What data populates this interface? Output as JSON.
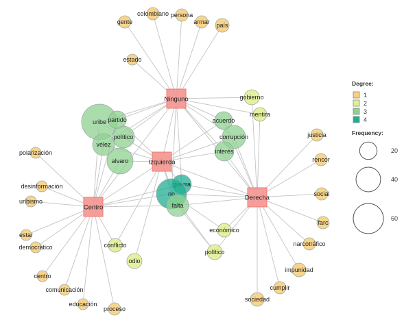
{
  "colors": {
    "degree_1": "#f7cf7f",
    "degree_2": "#e3ef95",
    "degree_3": "#8fd290",
    "degree_4": "#1fae91",
    "hub": "#f59a96"
  },
  "hubs": [
    {
      "id": "ninguno",
      "label": "Ninguno"
    },
    {
      "id": "izquierda",
      "label": "Izquierda"
    },
    {
      "id": "centro",
      "label": "Centro"
    },
    {
      "id": "derecha",
      "label": "Derecha"
    }
  ],
  "words": [
    {
      "id": "gente",
      "label": "gente",
      "degree": 1
    },
    {
      "id": "colombiano",
      "label": "colombiano",
      "degree": 1
    },
    {
      "id": "persona",
      "label": "persona",
      "degree": 1
    },
    {
      "id": "armar",
      "label": "armar",
      "degree": 1
    },
    {
      "id": "pais",
      "label": "país",
      "degree": 1
    },
    {
      "id": "estado",
      "label": "estado",
      "degree": 1
    },
    {
      "id": "gobierno",
      "label": "gobierno",
      "degree": 2
    },
    {
      "id": "mentira",
      "label": "mentira",
      "degree": 2
    },
    {
      "id": "uribe",
      "label": "uribe",
      "degree": 3
    },
    {
      "id": "partido",
      "label": "partido",
      "degree": 3
    },
    {
      "id": "politico_top",
      "label": "político",
      "degree": 3
    },
    {
      "id": "velez",
      "label": "vélez",
      "degree": 3
    },
    {
      "id": "alvaro",
      "label": "alvaro",
      "degree": 3
    },
    {
      "id": "acuerdo",
      "label": "acuerdo",
      "degree": 3
    },
    {
      "id": "corrupcion",
      "label": "corrupción",
      "degree": 3
    },
    {
      "id": "interes",
      "label": "interés",
      "degree": 3
    },
    {
      "id": "guerra",
      "label": "guerra",
      "degree": 4
    },
    {
      "id": "no",
      "label": "no",
      "degree": 4
    },
    {
      "id": "falta",
      "label": "falta",
      "degree": 3
    },
    {
      "id": "polarizacion",
      "label": "polarización",
      "degree": 1
    },
    {
      "id": "desinformacion",
      "label": "desinformación",
      "degree": 1
    },
    {
      "id": "uribismo",
      "label": "uribismo",
      "degree": 1
    },
    {
      "id": "estar",
      "label": "estar",
      "degree": 1
    },
    {
      "id": "democratico",
      "label": "democrático",
      "degree": 1
    },
    {
      "id": "centro_w",
      "label": "centro",
      "degree": 1
    },
    {
      "id": "comunicacion",
      "label": "comunicación",
      "degree": 1
    },
    {
      "id": "educacion",
      "label": "educación",
      "degree": 1
    },
    {
      "id": "proceso",
      "label": "proceso",
      "degree": 1
    },
    {
      "id": "conflicto",
      "label": "conflicto",
      "degree": 2
    },
    {
      "id": "odio",
      "label": "odio",
      "degree": 2
    },
    {
      "id": "economico",
      "label": "económico",
      "degree": 2
    },
    {
      "id": "politico_bottom",
      "label": "político",
      "degree": 2
    },
    {
      "id": "justicia",
      "label": "justicia",
      "degree": 1
    },
    {
      "id": "rencor",
      "label": "rencor",
      "degree": 1
    },
    {
      "id": "social",
      "label": "social",
      "degree": 1
    },
    {
      "id": "farc",
      "label": "farc",
      "degree": 1
    },
    {
      "id": "narcotrafico",
      "label": "narcotráfico",
      "degree": 1
    },
    {
      "id": "impunidad",
      "label": "impunidad",
      "degree": 1
    },
    {
      "id": "cumplir",
      "label": "cumplir",
      "degree": 1
    },
    {
      "id": "sociedad",
      "label": "sociedad",
      "degree": 1
    }
  ],
  "edges": [
    [
      "ninguno",
      "gente"
    ],
    [
      "ninguno",
      "colombiano"
    ],
    [
      "ninguno",
      "persona"
    ],
    [
      "ninguno",
      "armar"
    ],
    [
      "ninguno",
      "pais"
    ],
    [
      "ninguno",
      "estado"
    ],
    [
      "ninguno",
      "gobierno"
    ],
    [
      "ninguno",
      "mentira"
    ],
    [
      "ninguno",
      "uribe"
    ],
    [
      "ninguno",
      "partido"
    ],
    [
      "ninguno",
      "politico_top"
    ],
    [
      "ninguno",
      "acuerdo"
    ],
    [
      "ninguno",
      "corrupcion"
    ],
    [
      "ninguno",
      "interes"
    ],
    [
      "ninguno",
      "guerra"
    ],
    [
      "ninguno",
      "no"
    ],
    [
      "ninguno",
      "velez"
    ],
    [
      "izquierda",
      "uribe"
    ],
    [
      "izquierda",
      "partido"
    ],
    [
      "izquierda",
      "politico_top"
    ],
    [
      "izquierda",
      "velez"
    ],
    [
      "izquierda",
      "alvaro"
    ],
    [
      "izquierda",
      "acuerdo"
    ],
    [
      "izquierda",
      "corrupcion"
    ],
    [
      "izquierda",
      "interes"
    ],
    [
      "izquierda",
      "guerra"
    ],
    [
      "izquierda",
      "no"
    ],
    [
      "izquierda",
      "falta"
    ],
    [
      "izquierda",
      "conflicto"
    ],
    [
      "izquierda",
      "odio"
    ],
    [
      "izquierda",
      "ninguno"
    ],
    [
      "izquierda",
      "centro"
    ],
    [
      "izquierda",
      "derecha"
    ],
    [
      "centro",
      "polarizacion"
    ],
    [
      "centro",
      "desinformacion"
    ],
    [
      "centro",
      "uribismo"
    ],
    [
      "centro",
      "estar"
    ],
    [
      "centro",
      "democratico"
    ],
    [
      "centro",
      "centro_w"
    ],
    [
      "centro",
      "comunicacion"
    ],
    [
      "centro",
      "educacion"
    ],
    [
      "centro",
      "proceso"
    ],
    [
      "centro",
      "conflicto"
    ],
    [
      "centro",
      "uribe"
    ],
    [
      "centro",
      "partido"
    ],
    [
      "centro",
      "velez"
    ],
    [
      "centro",
      "alvaro"
    ],
    [
      "centro",
      "no"
    ],
    [
      "centro",
      "falta"
    ],
    [
      "centro",
      "guerra"
    ],
    [
      "centro",
      "ninguno"
    ],
    [
      "derecha",
      "justicia"
    ],
    [
      "derecha",
      "rencor"
    ],
    [
      "derecha",
      "social"
    ],
    [
      "derecha",
      "farc"
    ],
    [
      "derecha",
      "narcotrafico"
    ],
    [
      "derecha",
      "impunidad"
    ],
    [
      "derecha",
      "cumplir"
    ],
    [
      "derecha",
      "sociedad"
    ],
    [
      "derecha",
      "economico"
    ],
    [
      "derecha",
      "politico_bottom"
    ],
    [
      "derecha",
      "gobierno"
    ],
    [
      "derecha",
      "mentira"
    ],
    [
      "derecha",
      "acuerdo"
    ],
    [
      "derecha",
      "corrupcion"
    ],
    [
      "derecha",
      "interes"
    ],
    [
      "derecha",
      "guerra"
    ],
    [
      "derecha",
      "no"
    ],
    [
      "derecha",
      "falta"
    ],
    [
      "derecha",
      "ninguno"
    ],
    [
      "no",
      "economico"
    ],
    [
      "no",
      "politico_bottom"
    ],
    [
      "falta",
      "politico_bottom"
    ]
  ],
  "legend": {
    "degree_title": "Degree:",
    "degree_items": [
      {
        "label": "1",
        "degree": 1
      },
      {
        "label": "2",
        "degree": 2
      },
      {
        "label": "3",
        "degree": 3
      },
      {
        "label": "4",
        "degree": 4
      }
    ],
    "frequency_title": "Frequency:",
    "frequency_items": [
      {
        "label": "20",
        "value": 20
      },
      {
        "label": "40",
        "value": 40
      },
      {
        "label": "60",
        "value": 60
      }
    ]
  }
}
